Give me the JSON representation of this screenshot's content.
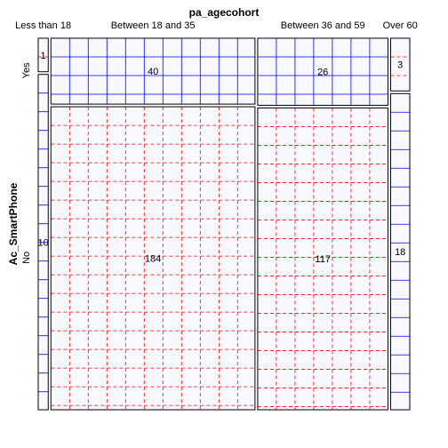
{
  "chart_data": {
    "type": "mosaic",
    "title": "pa_agecohort",
    "xlabel": "pa_agecohort",
    "ylabel": "Ac_SmartPhone",
    "columns": [
      "Less than 18",
      "Between 18 and 35",
      "Between 36 and 59",
      "Over 60"
    ],
    "rows": [
      "Yes",
      "No"
    ],
    "counts": [
      [
        1,
        40,
        26,
        3
      ],
      [
        10,
        184,
        117,
        18
      ]
    ],
    "colors": {
      "positive_grid": "#0000ff",
      "negative_grid": "#ff0000",
      "border": "#000000",
      "fill": "#f8f8ff"
    }
  }
}
